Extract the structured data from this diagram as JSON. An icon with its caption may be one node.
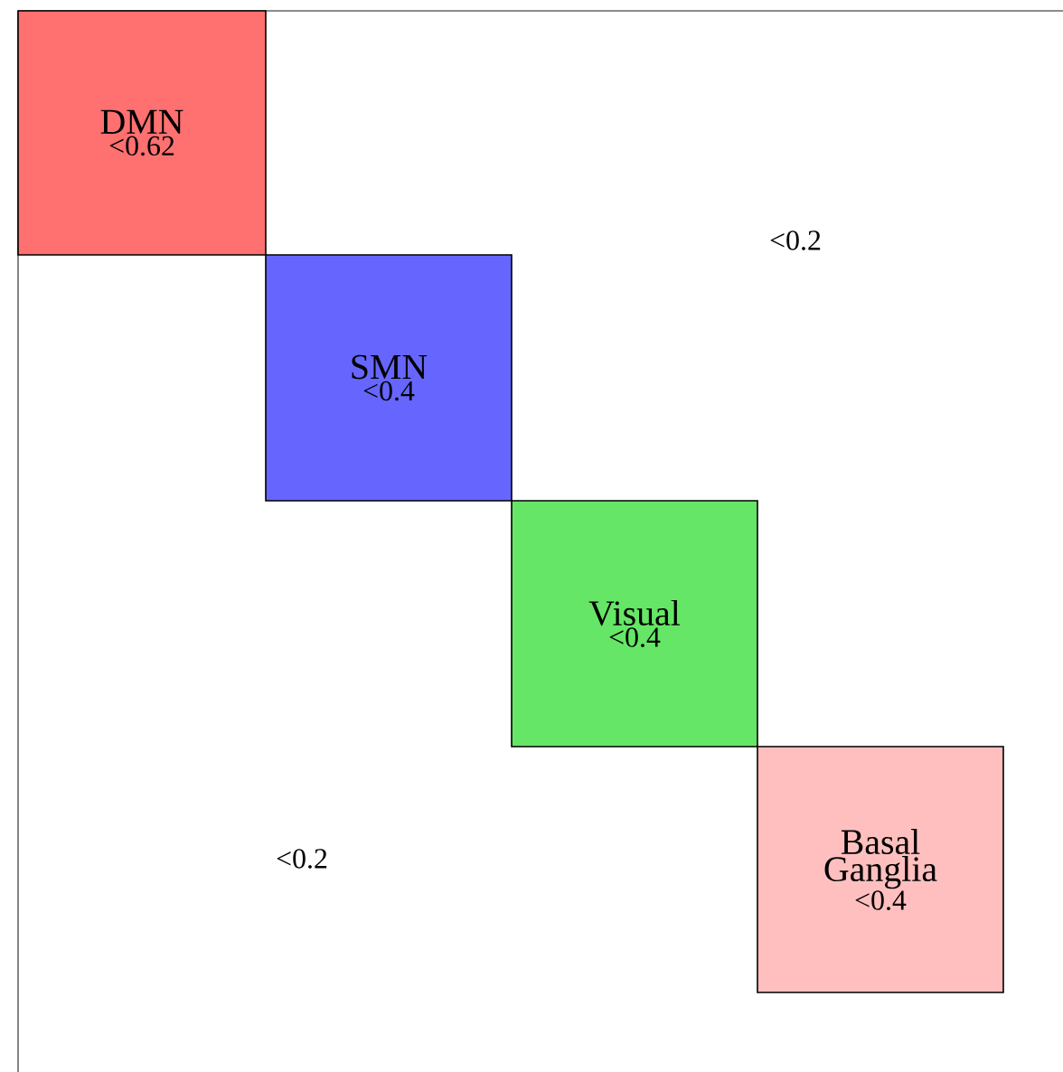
{
  "diagram": {
    "nodes": [
      {
        "text": [
          "DMN",
          "<0.62"
        ]
      },
      {
        "text": [
          "SMN",
          "<0.4"
        ]
      },
      {
        "text": [
          "Visual",
          "<0.4"
        ]
      },
      {
        "text": [
          "Basal Ganglia",
          "<0.4"
        ]
      }
    ],
    "labels": [
      "<0.2",
      "<0.2"
    ]
  }
}
